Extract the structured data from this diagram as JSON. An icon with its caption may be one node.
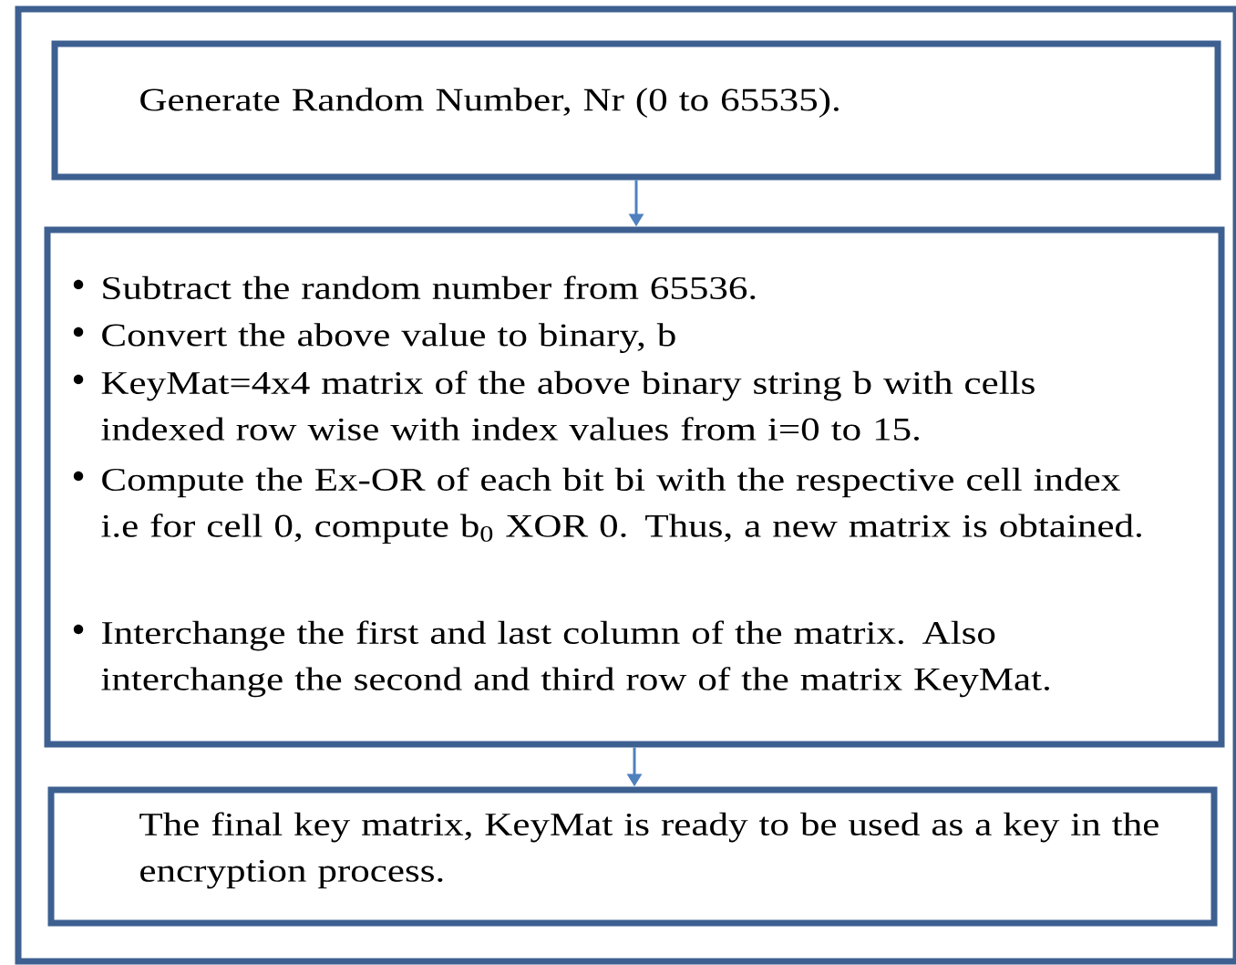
{
  "diagram": {
    "nodes": [
      {
        "text": [],
        "shape": "box"
      },
      {
        "text": [
          "Generate Random Number, Nr (0 to 65535)."
        ],
        "in": 0
      },
      {
        "text": [
          "Subtract the random number from 65536.",
          "Convert the above value to binary, b",
          "KeyMat=4x4 matrix of the above binary string b with cells indexed row wise with index values from i=0 to 15.",
          "Compute the Ex-OR of each bit bi with the respective cell index i.e for cell 0, compute b$_{0}$ XOR 0. Thus, a new matrix is obtained.",
          "Interchange the first and last column of the matrix. Also interchange the second and third row of the matrix KeyMat."
        ],
        "in": 0
      },
      {
        "text": [
          "The final key matrix, KeyMat is ready to be used as a key in the encryption process."
        ],
        "in": 0
      }
    ],
    "edges": [
      {
        "from": 1,
        "to": 2,
        "arrow": "to"
      },
      {
        "from": 2,
        "to": 3,
        "arrow": "to"
      }
    ]
  }
}
